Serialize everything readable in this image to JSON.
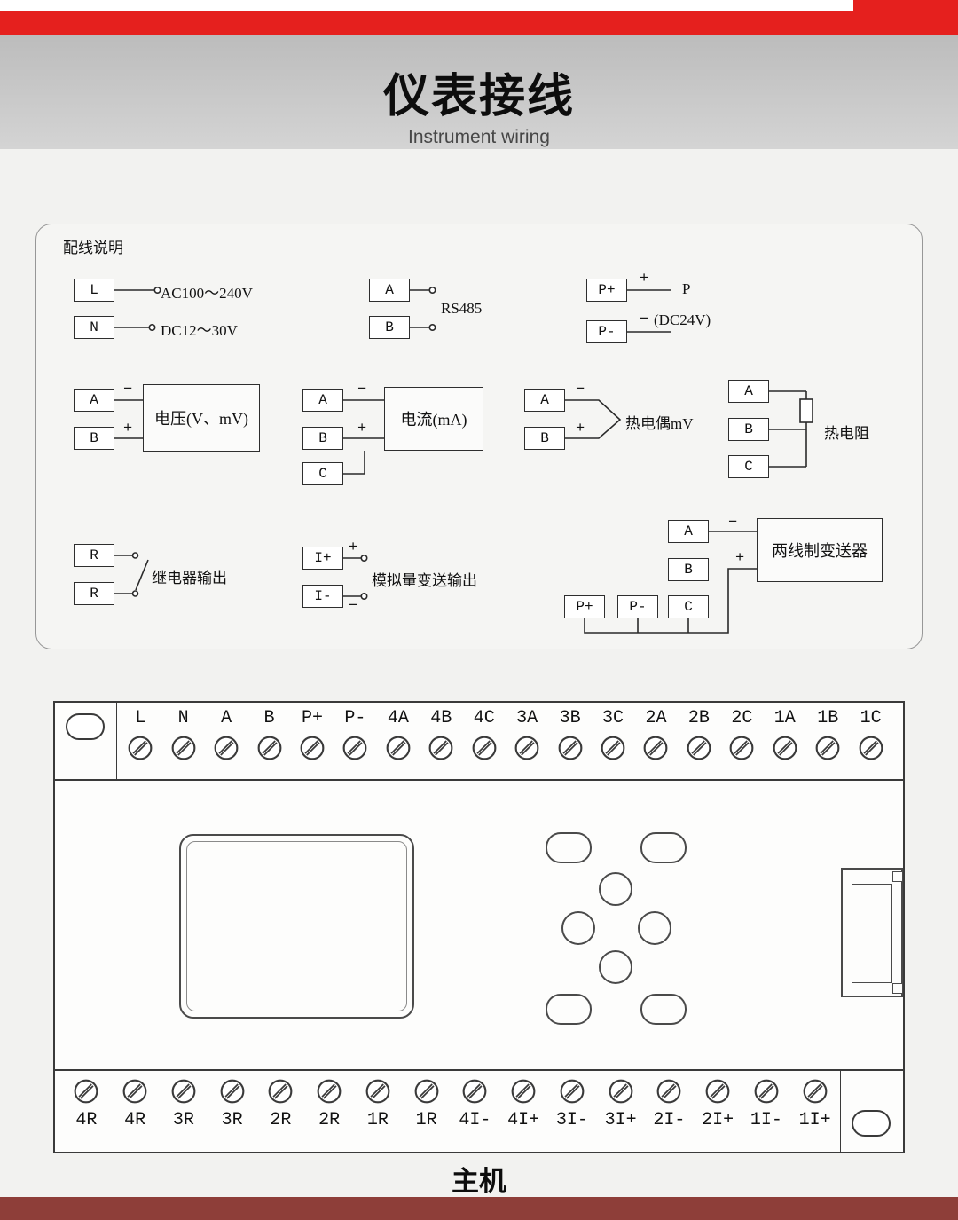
{
  "header": {
    "title": "仪表接线",
    "subtitle": "Instrument wiring"
  },
  "colors": {
    "top_bar_red": "#e5201e",
    "bottom_bar_red": "#8e3e39"
  },
  "wiring": {
    "title": "配线说明",
    "power": {
      "t1": "L",
      "t2": "N",
      "line1": "AC100～240V",
      "line2": "DC12～30V"
    },
    "rs485": {
      "t1": "A",
      "t2": "B",
      "label": "RS485"
    },
    "p24": {
      "t1": "P+",
      "t2": "P-",
      "plus": "+",
      "minus": "−",
      "name": "P",
      "sub": "(DC24V)"
    },
    "voltage": {
      "t1": "A",
      "t2": "B",
      "minus": "−",
      "plus": "+",
      "label": "电压(V、mV)"
    },
    "current": {
      "t1": "A",
      "t2": "B",
      "t3": "C",
      "minus": "−",
      "plus": "+",
      "label": "电流(mA)"
    },
    "thermocouple": {
      "t1": "A",
      "t2": "B",
      "minus": "−",
      "plus": "+",
      "label": "热电偶mV"
    },
    "rtd": {
      "t1": "A",
      "t2": "B",
      "t3": "C",
      "label": "热电阻"
    },
    "relay": {
      "t1": "R",
      "t2": "R",
      "label": "继电器输出"
    },
    "analog_out": {
      "t1": "I+",
      "t2": "I-",
      "plus": "+",
      "minus": "−",
      "label": "模拟量变送输出"
    },
    "transmitter": {
      "tA": "A",
      "tB": "B",
      "tC": "C",
      "tPp": "P+",
      "tPm": "P-",
      "minus": "−",
      "plus": "+",
      "label": "两线制变送器"
    }
  },
  "terminal_block": {
    "top_labels": [
      "L",
      "N",
      "A",
      "B",
      "P+",
      "P-",
      "4A",
      "4B",
      "4C",
      "3A",
      "3B",
      "3C",
      "2A",
      "2B",
      "2C",
      "1A",
      "1B",
      "1C"
    ],
    "bottom_labels": [
      "4R",
      "4R",
      "3R",
      "3R",
      "2R",
      "2R",
      "1R",
      "1R",
      "4I-",
      "4I+",
      "3I-",
      "3I+",
      "2I-",
      "2I+",
      "1I-",
      "1I+"
    ],
    "caption": "主机"
  }
}
